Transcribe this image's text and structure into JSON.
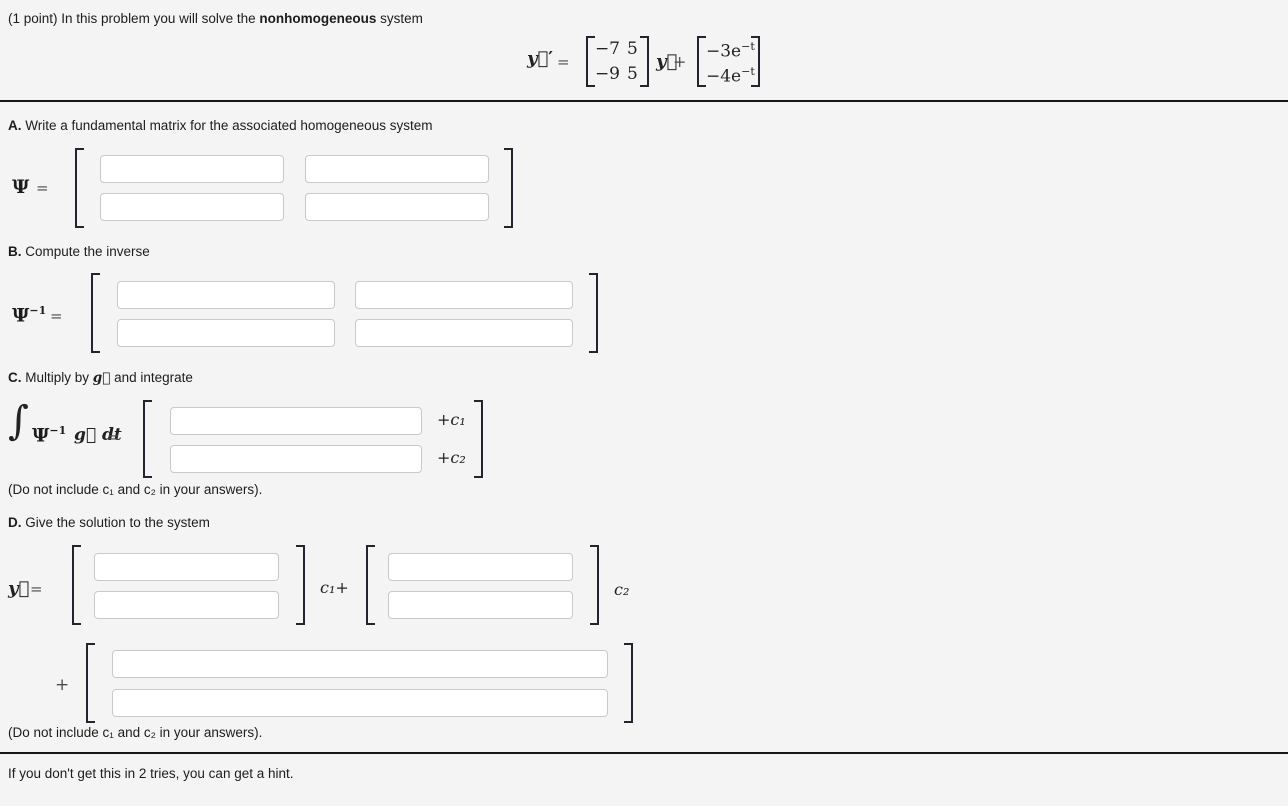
{
  "problem": {
    "intro_prefix": "(1 point) In this problem you will solve the ",
    "intro_bold": "nonhomogeneous",
    "intro_suffix": " system"
  },
  "equation": {
    "lhs": "y⃗",
    "prime": "′",
    "equals": "=",
    "matrix": [
      [
        "−7",
        "5"
      ],
      [
        "−9",
        "5"
      ]
    ],
    "y_vec": "y⃗",
    "plus": "+",
    "forcing": [
      {
        "coef": "−3e",
        "exp": "−t"
      },
      {
        "coef": "−4e",
        "exp": "−t"
      }
    ]
  },
  "sectionA": {
    "label": "A.",
    "title": " Write a fundamental matrix for the associated homogeneous system",
    "lhs": "Ψ",
    "equals": "="
  },
  "sectionB": {
    "label": "B.",
    "title": " Compute the inverse",
    "lhs": "Ψ",
    "lhs_sup": "−1",
    "equals": "="
  },
  "sectionC": {
    "label": "C.",
    "title_before": " Multiply by ",
    "title_g": "g⃗",
    "title_after": " and integrate",
    "integral": "∫",
    "psi": "Ψ",
    "psi_sup": "−1",
    "g_dt": "g⃗ dt",
    "equals": "=",
    "c1": "+c₁",
    "c2": "+c₂",
    "note": "(Do not include c₁ and c₂ in your answers)."
  },
  "sectionD": {
    "label": "D.",
    "title": " Give the solution to the system",
    "lhs": "y⃗",
    "equals": "=",
    "c1_plus": "c₁+",
    "c2": "c₂",
    "plus": "+",
    "note": "(Do not include c₁ and c₂ in your answers)."
  },
  "footer": {
    "hint": "If you don't get this in 2 tries, you can get a hint."
  }
}
